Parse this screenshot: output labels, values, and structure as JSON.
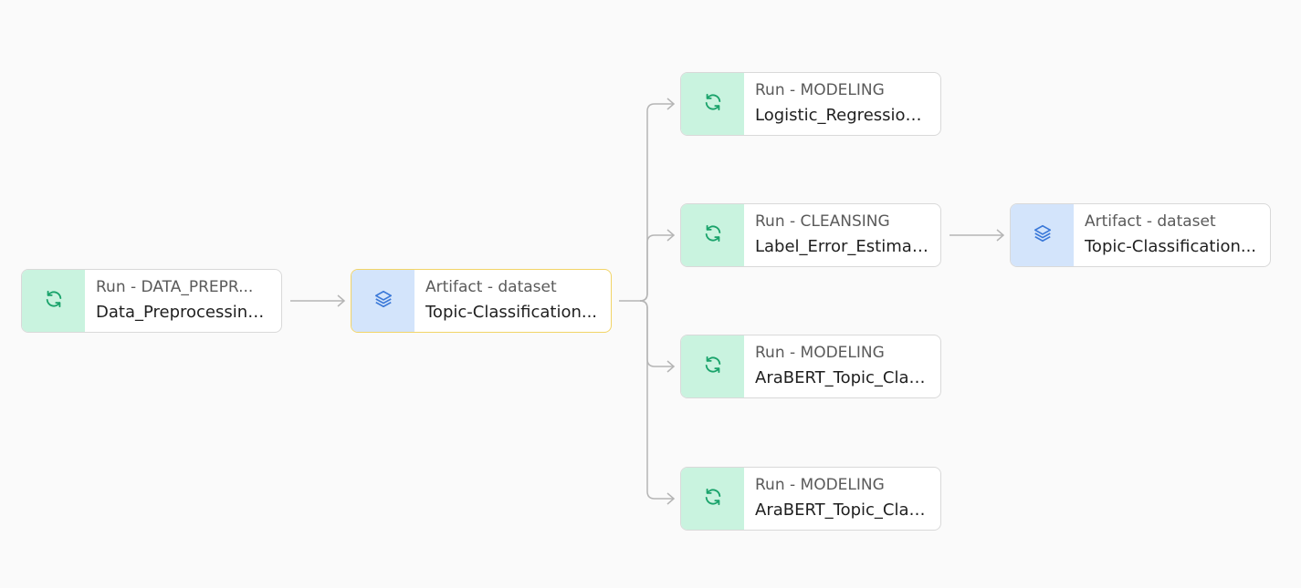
{
  "colors": {
    "background": "#fafafa",
    "run_icon_bg": "#c9f3df",
    "run_icon": "#1aa36b",
    "artifact_icon_bg": "#d3e4fb",
    "artifact_icon": "#3a78d8",
    "selected_border": "#f2d467",
    "edge": "#b5b5b5"
  },
  "nodes": [
    {
      "id": "n1",
      "kind": "run",
      "icon": "refresh-icon",
      "type_label": "Run - DATA_PREPR...",
      "name": "Data_Preprocessing..."
    },
    {
      "id": "n2",
      "kind": "artifact",
      "icon": "layers-icon",
      "type_label": "Artifact - dataset",
      "name": "Topic-Classification...",
      "selected": true
    },
    {
      "id": "n3",
      "kind": "run",
      "icon": "refresh-icon",
      "type_label": "Run - MODELING",
      "name": "Logistic_Regression..."
    },
    {
      "id": "n4",
      "kind": "run",
      "icon": "refresh-icon",
      "type_label": "Run - CLEANSING",
      "name": "Label_Error_Estimat..."
    },
    {
      "id": "n5",
      "kind": "run",
      "icon": "refresh-icon",
      "type_label": "Run - MODELING",
      "name": "AraBERT_Topic_Clas..."
    },
    {
      "id": "n6",
      "kind": "run",
      "icon": "refresh-icon",
      "type_label": "Run - MODELING",
      "name": "AraBERT_Topic_Clas..."
    },
    {
      "id": "n7",
      "kind": "artifact",
      "icon": "layers-icon",
      "type_label": "Artifact - dataset",
      "name": "Topic-Classification..."
    }
  ],
  "edges": [
    {
      "from": "n1",
      "to": "n2"
    },
    {
      "from": "n2",
      "to": "n3"
    },
    {
      "from": "n2",
      "to": "n4"
    },
    {
      "from": "n2",
      "to": "n5"
    },
    {
      "from": "n2",
      "to": "n6"
    },
    {
      "from": "n4",
      "to": "n7"
    }
  ]
}
